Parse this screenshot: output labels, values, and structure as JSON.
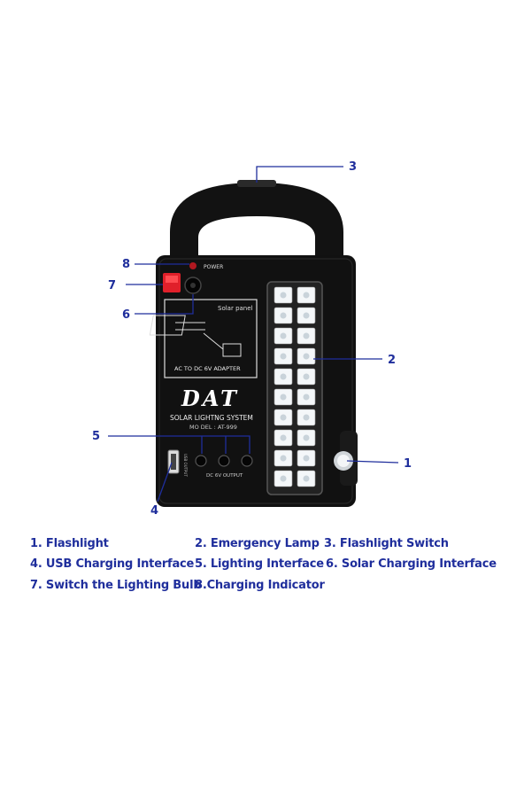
{
  "device": {
    "power_label": "POWER",
    "solar_label": "Solar panel",
    "adapter_label": "AC TO DC 6V ADAPTER",
    "brand": "DAT",
    "system_label": "SOLAR LIGHTNG SYSTEM",
    "model_label": "MO DEL : AT-999",
    "output_label": "DC 6V OUTPUT",
    "usb_label": "USB OUTPUT"
  },
  "callouts": [
    "1",
    "2",
    "3",
    "4",
    "5",
    "6",
    "7",
    "8"
  ],
  "legend": [
    "1. Flashlight",
    "2. Emergency Lamp",
    "3. Flashlight Switch",
    "4. USB Charging Interface",
    "5. Lighting Interface",
    "6. Solar Charging Interface",
    "7. Switch the Lighting Bulb",
    "8.Charging Indicator"
  ],
  "colors": {
    "body": "#111111",
    "callout": "#1f2e9c",
    "switch": "#e0202a",
    "led": "#e8eef2"
  }
}
